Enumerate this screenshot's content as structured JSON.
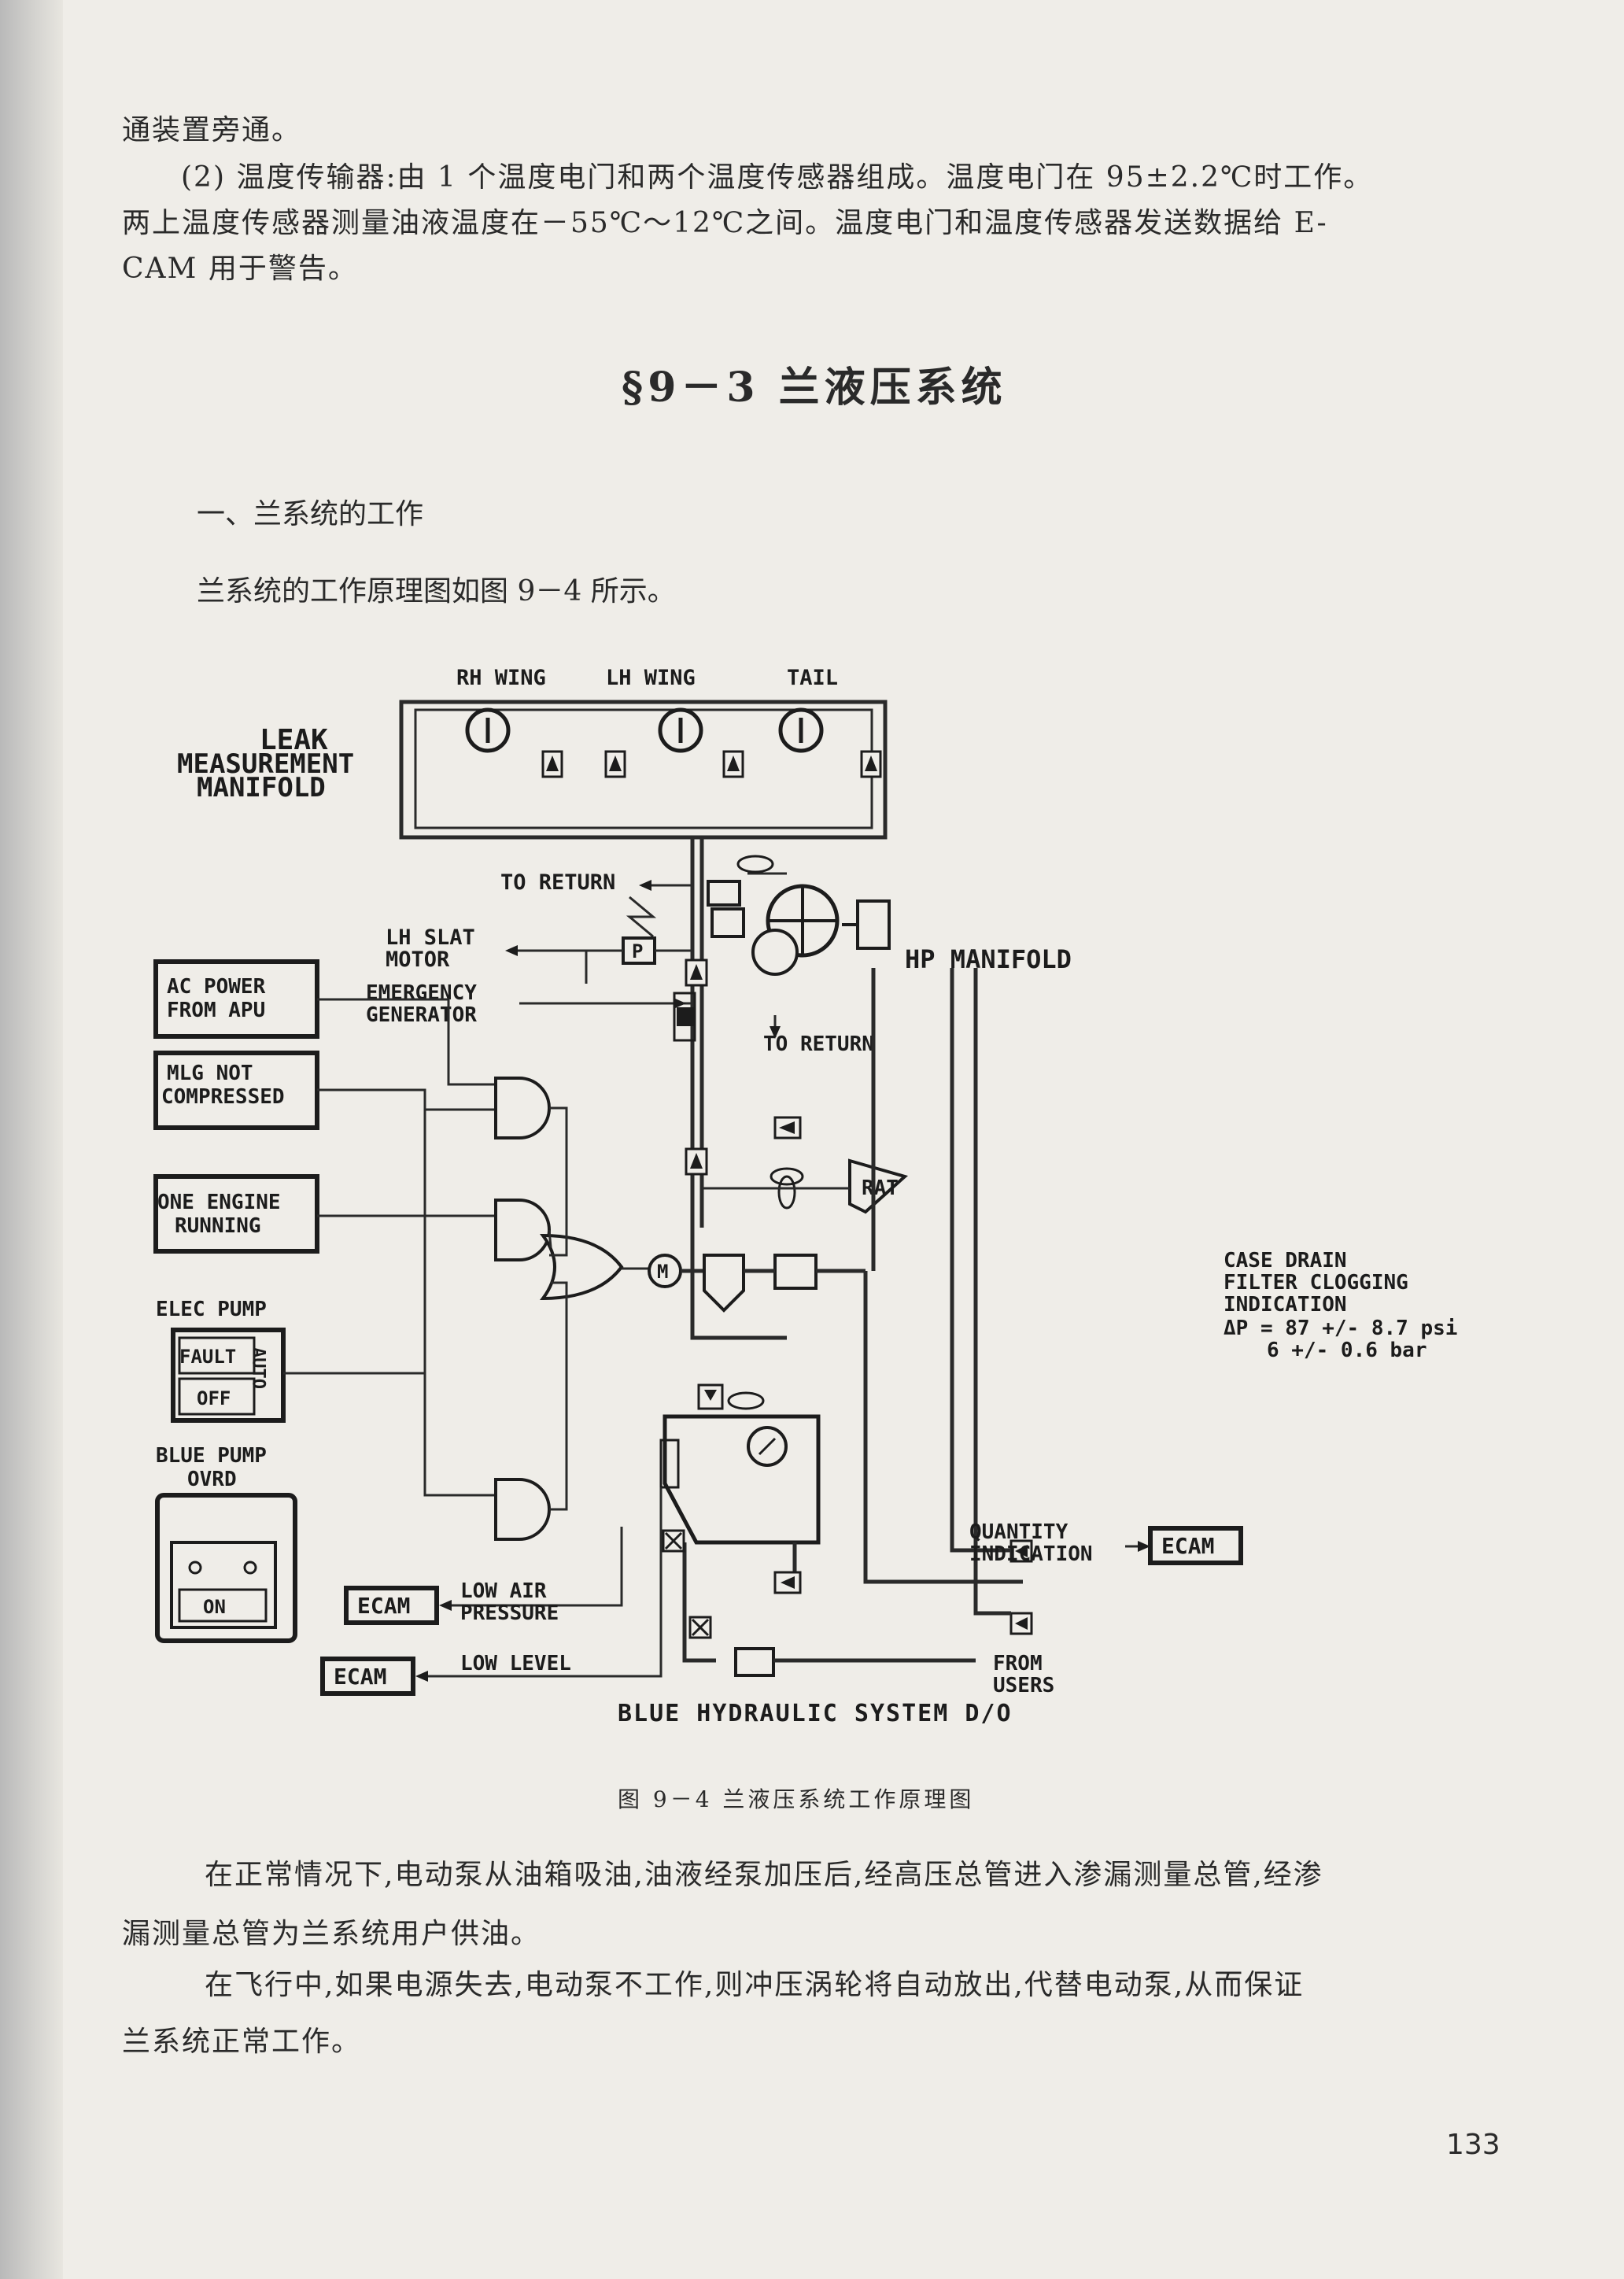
{
  "body": {
    "p_top0": "通装置旁通。",
    "p_top1": "(2) 温度传输器:由 1 个温度电门和两个温度传感器组成。温度电门在 95±2.2℃时工作。",
    "p_top2": "两上温度传感器测量油液温度在－55℃～12℃之间。温度电门和温度传感器发送数据给 E-",
    "p_top3": "CAM 用于警告。",
    "section_title": "§9－3  兰液压系统",
    "sub_heading": "一、兰系统的工作",
    "intro": "兰系统的工作原理图如图 9－4 所示。",
    "caption": "图 9－4  兰液压系统工作原理图",
    "b1a": "在正常情况下,电动泵从油箱吸油,油液经泵加压后,经高压总管进入渗漏测量总管,经渗",
    "b1b": "漏测量总管为兰系统用户供油。",
    "b2a": "在飞行中,如果电源失去,电动泵不工作,则冲压涡轮将自动放出,代替电动泵,从而保证",
    "b2b": "兰系统正常工作。",
    "page_number": "133"
  },
  "diagram": {
    "rh_wing": "RH WING",
    "lh_wing": "LH WING",
    "tail": "TAIL",
    "leak1": "LEAK",
    "leak2": "MEASUREMENT",
    "leak3": "MANIFOLD",
    "to_return_1": "TO RETURN",
    "lh_slat1": "LH SLAT",
    "lh_slat2": "MOTOR",
    "hp_manifold": "HP MANIFOLD",
    "emer1": "EMERGENCY",
    "emer2": "GENERATOR",
    "to_return_2": "TO RETURN",
    "p_label": "P",
    "ac1": "AC POWER",
    "ac2": "FROM APU",
    "mlg1": "MLG NOT",
    "mlg2": "COMPRESSED",
    "one1": "ONE ENGINE",
    "one2": "RUNNING",
    "elec_pump": "ELEC PUMP",
    "fault": "FAULT",
    "off": "OFF",
    "auto": "AUTO",
    "blue1": "BLUE PUMP",
    "blue2": "OVRD",
    "on": "ON",
    "rat": "RAT",
    "m_label": "M",
    "case1": "CASE DRAIN",
    "case2": "FILTER CLOGGING",
    "case3": "INDICATION",
    "case4": "ΔP = 87 +/- 8.7 psi",
    "case5": "6 +/- 0.6  bar",
    "qty1": "QUANTITY",
    "qty2": "INDICATION",
    "ecam": "ECAM",
    "low_air1": "LOW AIR",
    "low_air2": "PRESSURE",
    "low_level": "LOW LEVEL",
    "from1": "FROM",
    "from2": "USERS",
    "title": "BLUE HYDRAULIC SYSTEM D/O"
  }
}
